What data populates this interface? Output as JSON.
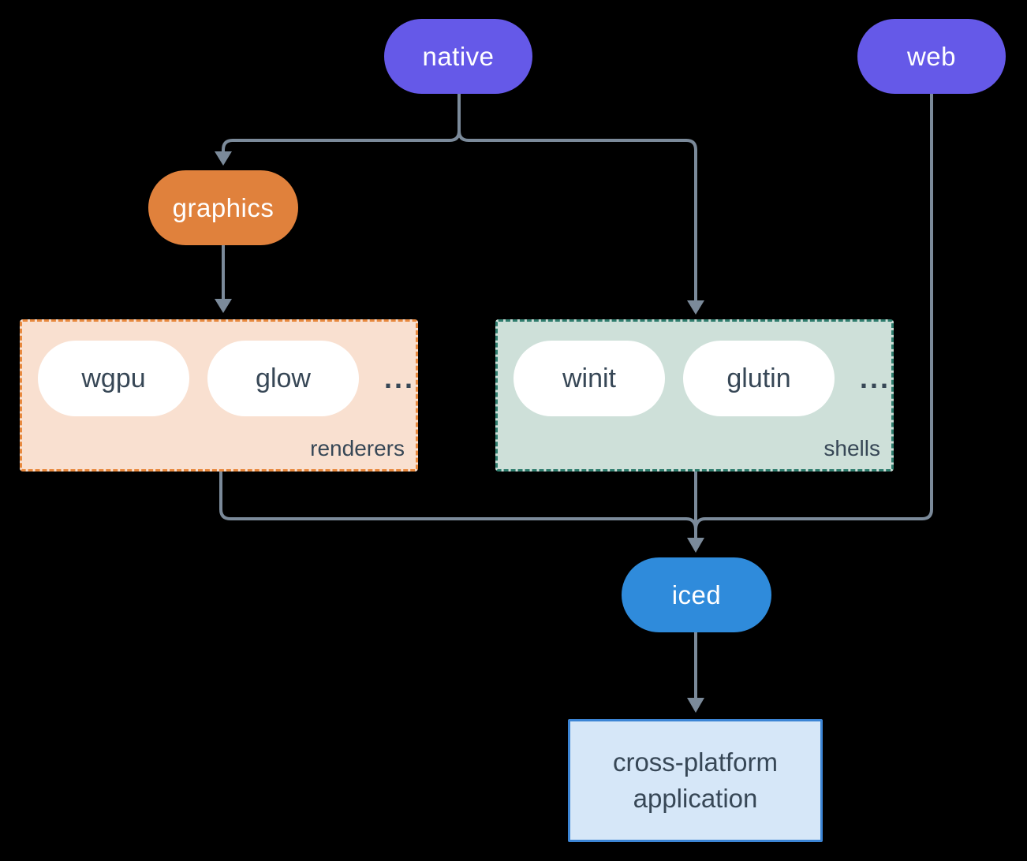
{
  "diagram": {
    "nodes": {
      "native": {
        "label": "native"
      },
      "web": {
        "label": "web"
      },
      "graphics": {
        "label": "graphics"
      },
      "iced": {
        "label": "iced"
      },
      "app": {
        "label_line1": "cross-platform",
        "label_line2": "application"
      }
    },
    "groups": {
      "renderers": {
        "label": "renderers",
        "pills": [
          "wgpu",
          "glow"
        ],
        "more": "..."
      },
      "shells": {
        "label": "shells",
        "pills": [
          "winit",
          "glutin"
        ],
        "more": "..."
      }
    }
  },
  "colors": {
    "canvas_bg": "#000000",
    "line": "#7b8a9a",
    "node_purple": "#6559e8",
    "node_orange": "#e0813c",
    "node_blue": "#2f8bdb",
    "renderers_bg": "#f9e0d0",
    "renderers_border": "#e8893e",
    "shells_bg": "#cee0d9",
    "shells_border": "#2f7d6e",
    "chip_bg": "#ffffff",
    "dark_text": "#374756",
    "app_bg": "#d6e7f8",
    "app_border": "#3c85d5"
  }
}
